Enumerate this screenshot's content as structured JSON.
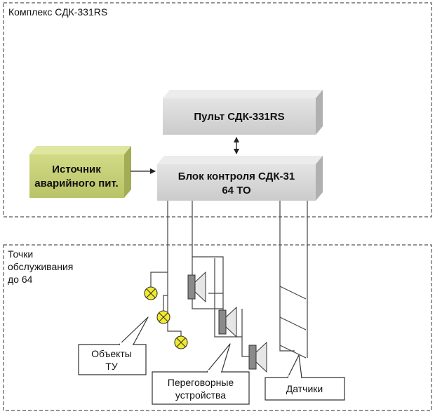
{
  "frames": {
    "complex_title": "Комплекс СДК-331RS",
    "service_title_lines": [
      "Точки",
      "обслуживания",
      "до 64"
    ]
  },
  "boxes": {
    "console": "Пульт СДК-331RS",
    "control_lines": [
      "Блок контроля СДК-31",
      "64 ТО"
    ],
    "power_lines": [
      "Источник",
      "аварийного пит."
    ]
  },
  "callouts": {
    "objects_lines": [
      "Объекты",
      "ТУ"
    ],
    "intercoms_lines": [
      "Переговорные",
      "устройства"
    ],
    "sensors": "Датчики"
  },
  "colors": {
    "box_face": "#d6d6d6",
    "box_side": "#b3b3b3",
    "power_face": "#c6cf78",
    "power_side": "#a8b25a",
    "lamp": "#f2ea2e",
    "line": "#333333"
  }
}
